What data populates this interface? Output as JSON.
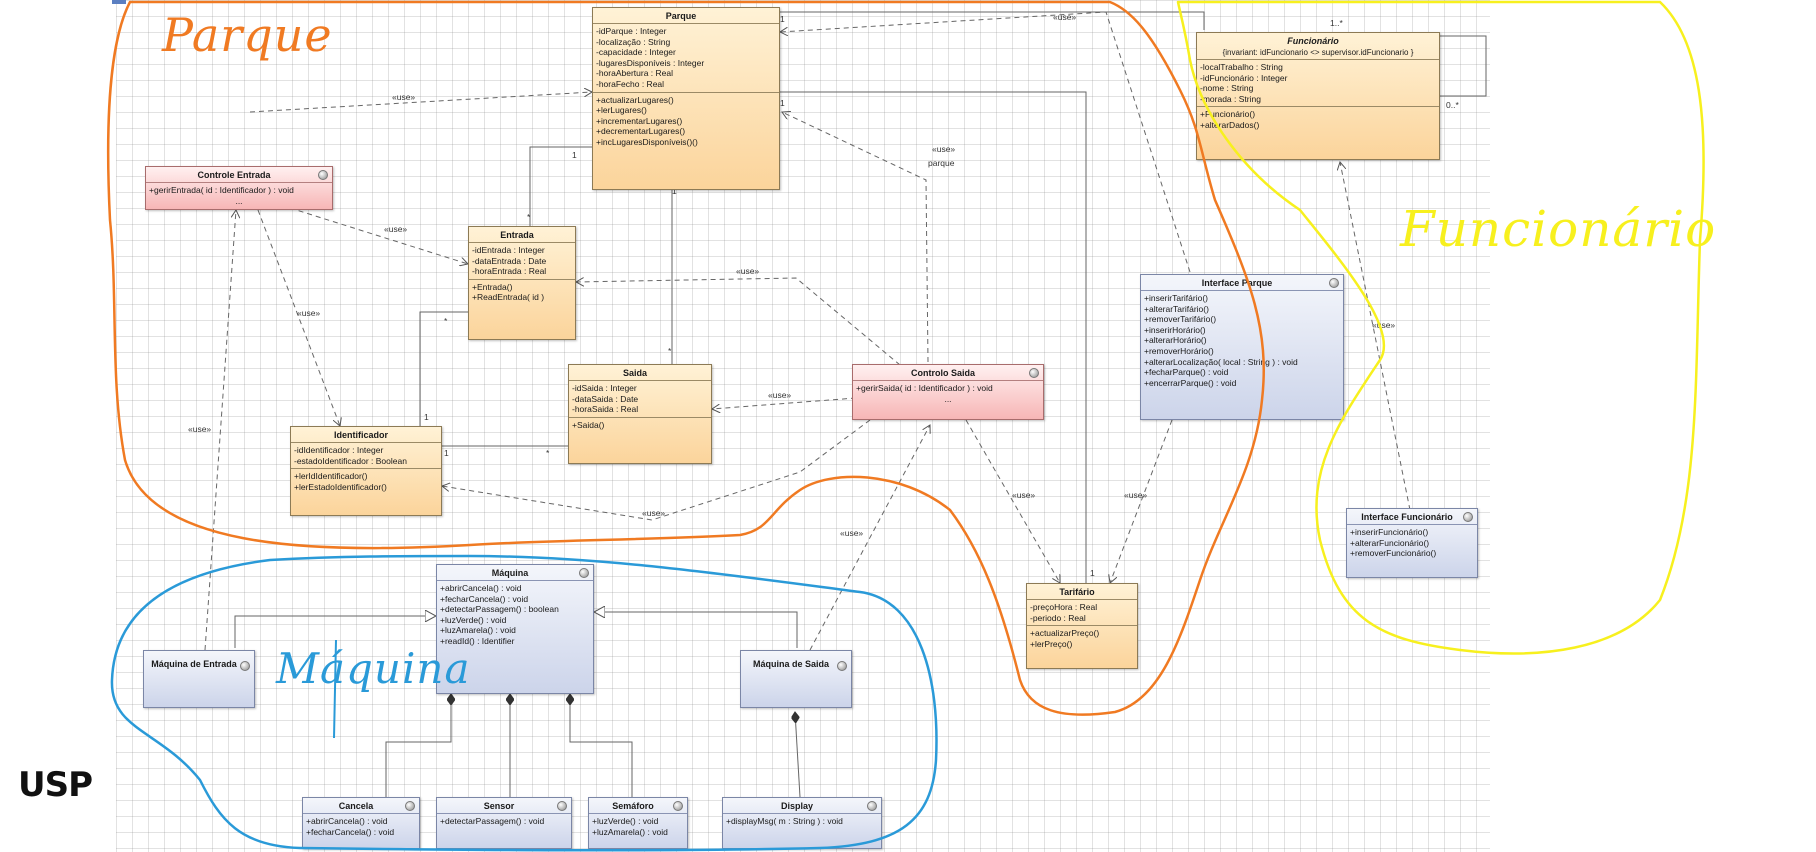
{
  "colors": {
    "orange_region": "#f07a22",
    "yellow_region": "#f7f01e",
    "blue_region": "#2a9ad8",
    "class_orange": "#fbd49b",
    "class_blue": "#ccd4ea",
    "class_pink": "#f7b6b6"
  },
  "handwritten": {
    "parque": "Parque",
    "funcionario": "Funcionário",
    "maquina": "Máquina"
  },
  "logo": {
    "text": "USP"
  },
  "classes": {
    "parque": {
      "name": "Parque",
      "attributes": [
        "-idParque : Integer",
        "-localização : String",
        "-capacidade : Integer",
        "-lugaresDisponíveis : Integer",
        "-horaAbertura : Real",
        "-horaFecho : Real"
      ],
      "operations": [
        "+actualizarLugares()",
        "+lerLugares()",
        "+incrementarLugares()",
        "+decrementarLugares()",
        "+incLugaresDisponíveis()()"
      ]
    },
    "funcionario": {
      "name": "Funcionário",
      "invariant": "{invariant: idFuncionario <> supervisor.idFuncionario }",
      "attributes": [
        "-localTrabalho : String",
        "-idFuncionário : Integer",
        "-nome : String",
        "-morada : String"
      ],
      "operations": [
        "+Funcionário()",
        "+alterarDados()"
      ]
    },
    "controle_entrada": {
      "name": "Controle Entrada",
      "operations": [
        "+gerirEntrada( id : Identificador ) : void",
        "..."
      ]
    },
    "entrada": {
      "name": "Entrada",
      "attributes": [
        "-idEntrada : Integer",
        "-dataEntrada : Date",
        "-horaEntrada : Real"
      ],
      "operations": [
        "+Entrada()",
        "+ReadEntrada( id )"
      ]
    },
    "saida": {
      "name": "Saida",
      "attributes": [
        "-idSaida : Integer",
        "-dataSaida : Date",
        "-horaSaida : Real"
      ],
      "operations": [
        "+Saida()"
      ]
    },
    "identificador": {
      "name": "Identificador",
      "attributes": [
        "-idIdentificador : Integer",
        "-estadoIdentificador : Boolean"
      ],
      "operations": [
        "+lerIdIdentificador()",
        "+lerEstadoIdentificador()"
      ]
    },
    "controlo_saida": {
      "name": "Controlo Saida",
      "operations": [
        "+gerirSaida( id : Identificador ) : void",
        "..."
      ]
    },
    "interface_parque": {
      "name": "Interface Parque",
      "operations": [
        "+inserirTarifário()",
        "+alterarTarifário()",
        "+removerTarifário()",
        "+inserirHorário()",
        "+alterarHorário()",
        "+removerHorário()",
        "+alterarLocalização( local : String ) : void",
        "+fecharParque() : void",
        "+encerrarParque() : void"
      ]
    },
    "interface_funcionario": {
      "name": "Interface Funcionário",
      "operations": [
        "+inserirFuncionário()",
        "+alterarFuncionário()",
        "+removerFuncionário()"
      ]
    },
    "tarifario": {
      "name": "Tarifário",
      "attributes": [
        "-preçoHora : Real",
        "-periodo : Real"
      ],
      "operations": [
        "+actualizarPreço()",
        "+lerPreço()"
      ]
    },
    "maquina": {
      "name": "Máquina",
      "operations": [
        "+abrirCancela() : void",
        "+fecharCancela() : void",
        "+detectarPassagem() : boolean",
        "+luzVerde() : void",
        "+luzAmarela() : void",
        "+readId() : Identifier"
      ]
    },
    "maquina_entrada": {
      "name": "Máquina de Entrada"
    },
    "maquina_saida": {
      "name": "Máquina de Saida"
    },
    "cancela": {
      "name": "Cancela",
      "operations": [
        "+abrirCancela() : void",
        "+fecharCancela() : void"
      ]
    },
    "sensor": {
      "name": "Sensor",
      "operations": [
        "+detectarPassagem() : void"
      ]
    },
    "semaforo": {
      "name": "Semáforo",
      "operations": [
        "+luzVerde() : void",
        "+luzAmarela() : void"
      ]
    },
    "display": {
      "name": "Display",
      "operations": [
        "+displayMsg( m : String ) : void"
      ]
    }
  },
  "relation_labels": {
    "use": "«use»",
    "parque_role": "parque",
    "mult_1": "1",
    "mult_many": "*",
    "mult_1_many": "1..*",
    "mult_0_many": "0..*"
  }
}
